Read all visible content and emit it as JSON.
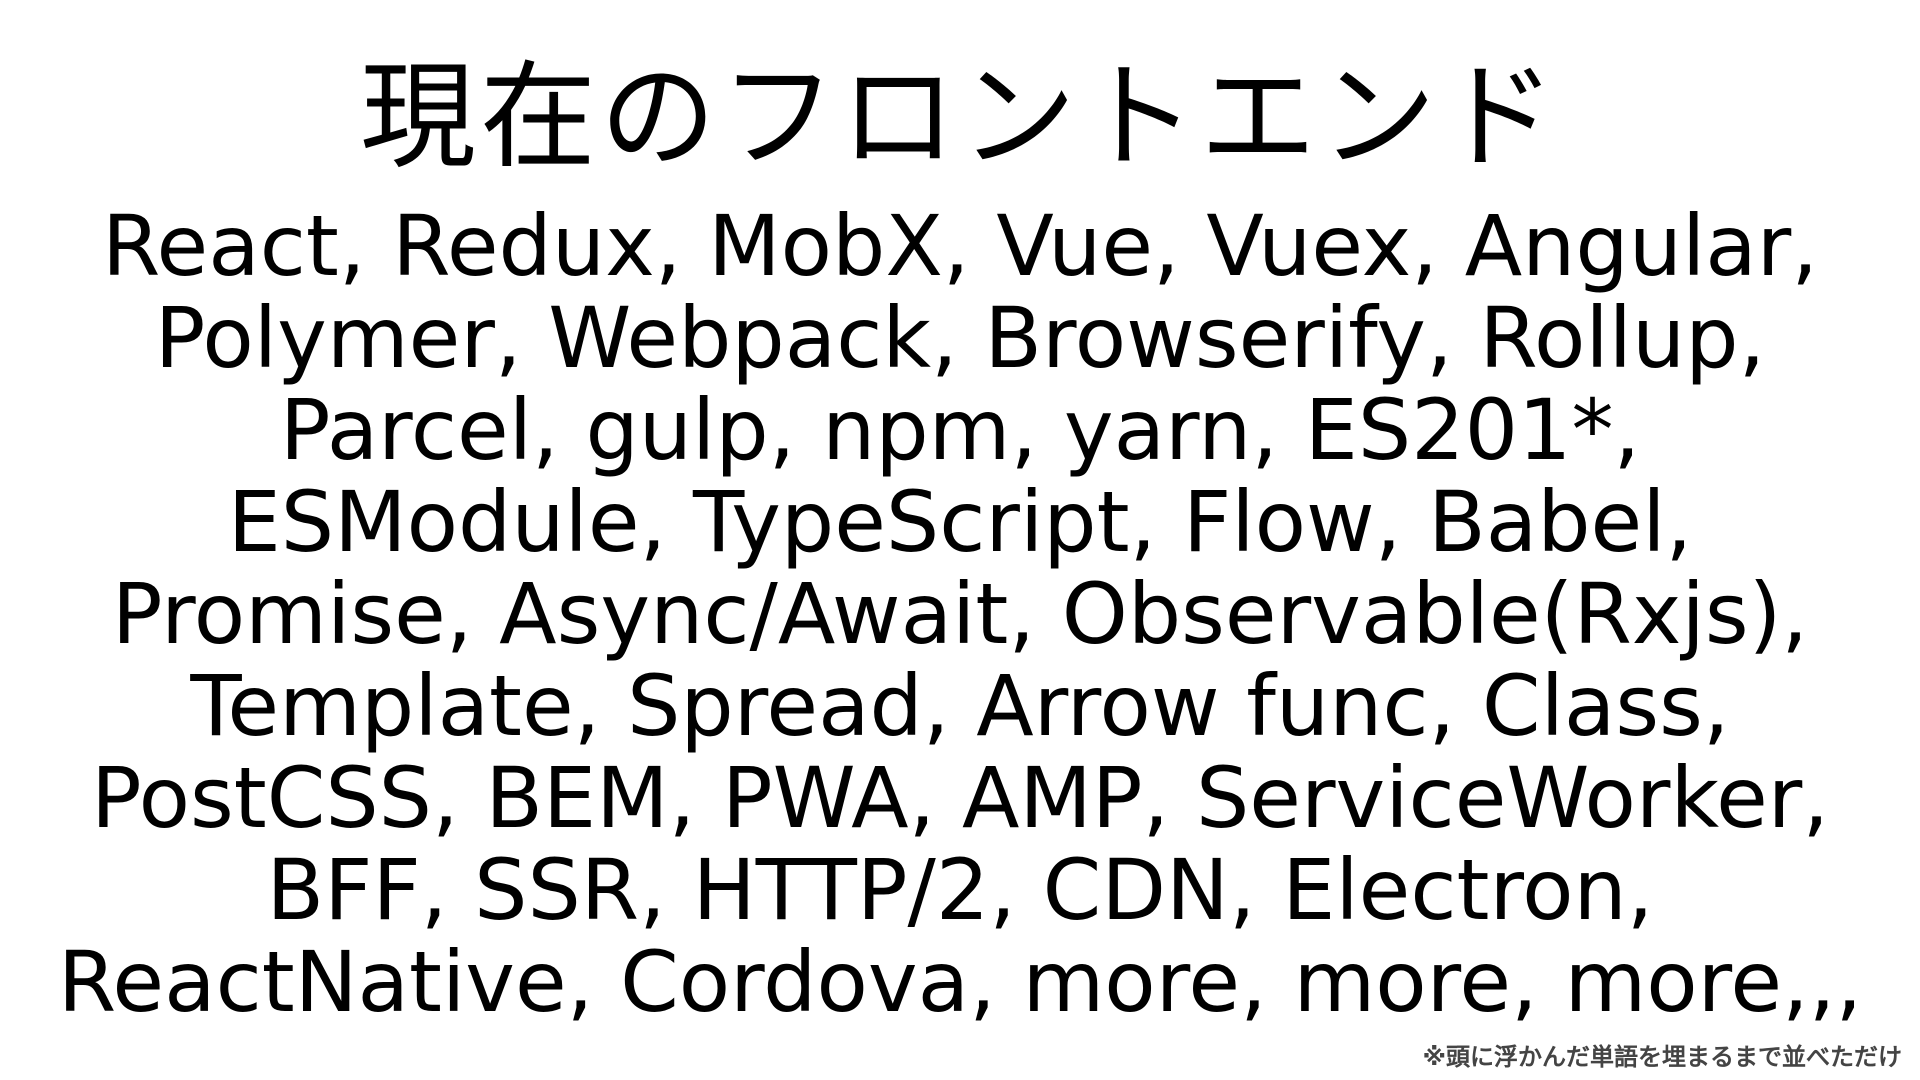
{
  "slide": {
    "title": "現在のフロントエンド",
    "lines": [
      "React, Redux, MobX, Vue, Vuex, Angular,",
      "Polymer, Webpack, Browserify, Rollup,",
      "Parcel, gulp, npm, yarn, ES201*,",
      "ESModule, TypeScript, Flow, Babel,",
      "Promise, Async/Await, Observable(Rxjs),",
      "Template, Spread, Arrow func, Class,",
      "PostCSS, BEM, PWA, AMP, ServiceWorker,",
      "BFF, SSR, HTTP/2, CDN, Electron,",
      "ReactNative, Cordova, more, more, more,,,"
    ],
    "footnote": "※頭に浮かんだ単語を埋まるまで並べただけ"
  }
}
